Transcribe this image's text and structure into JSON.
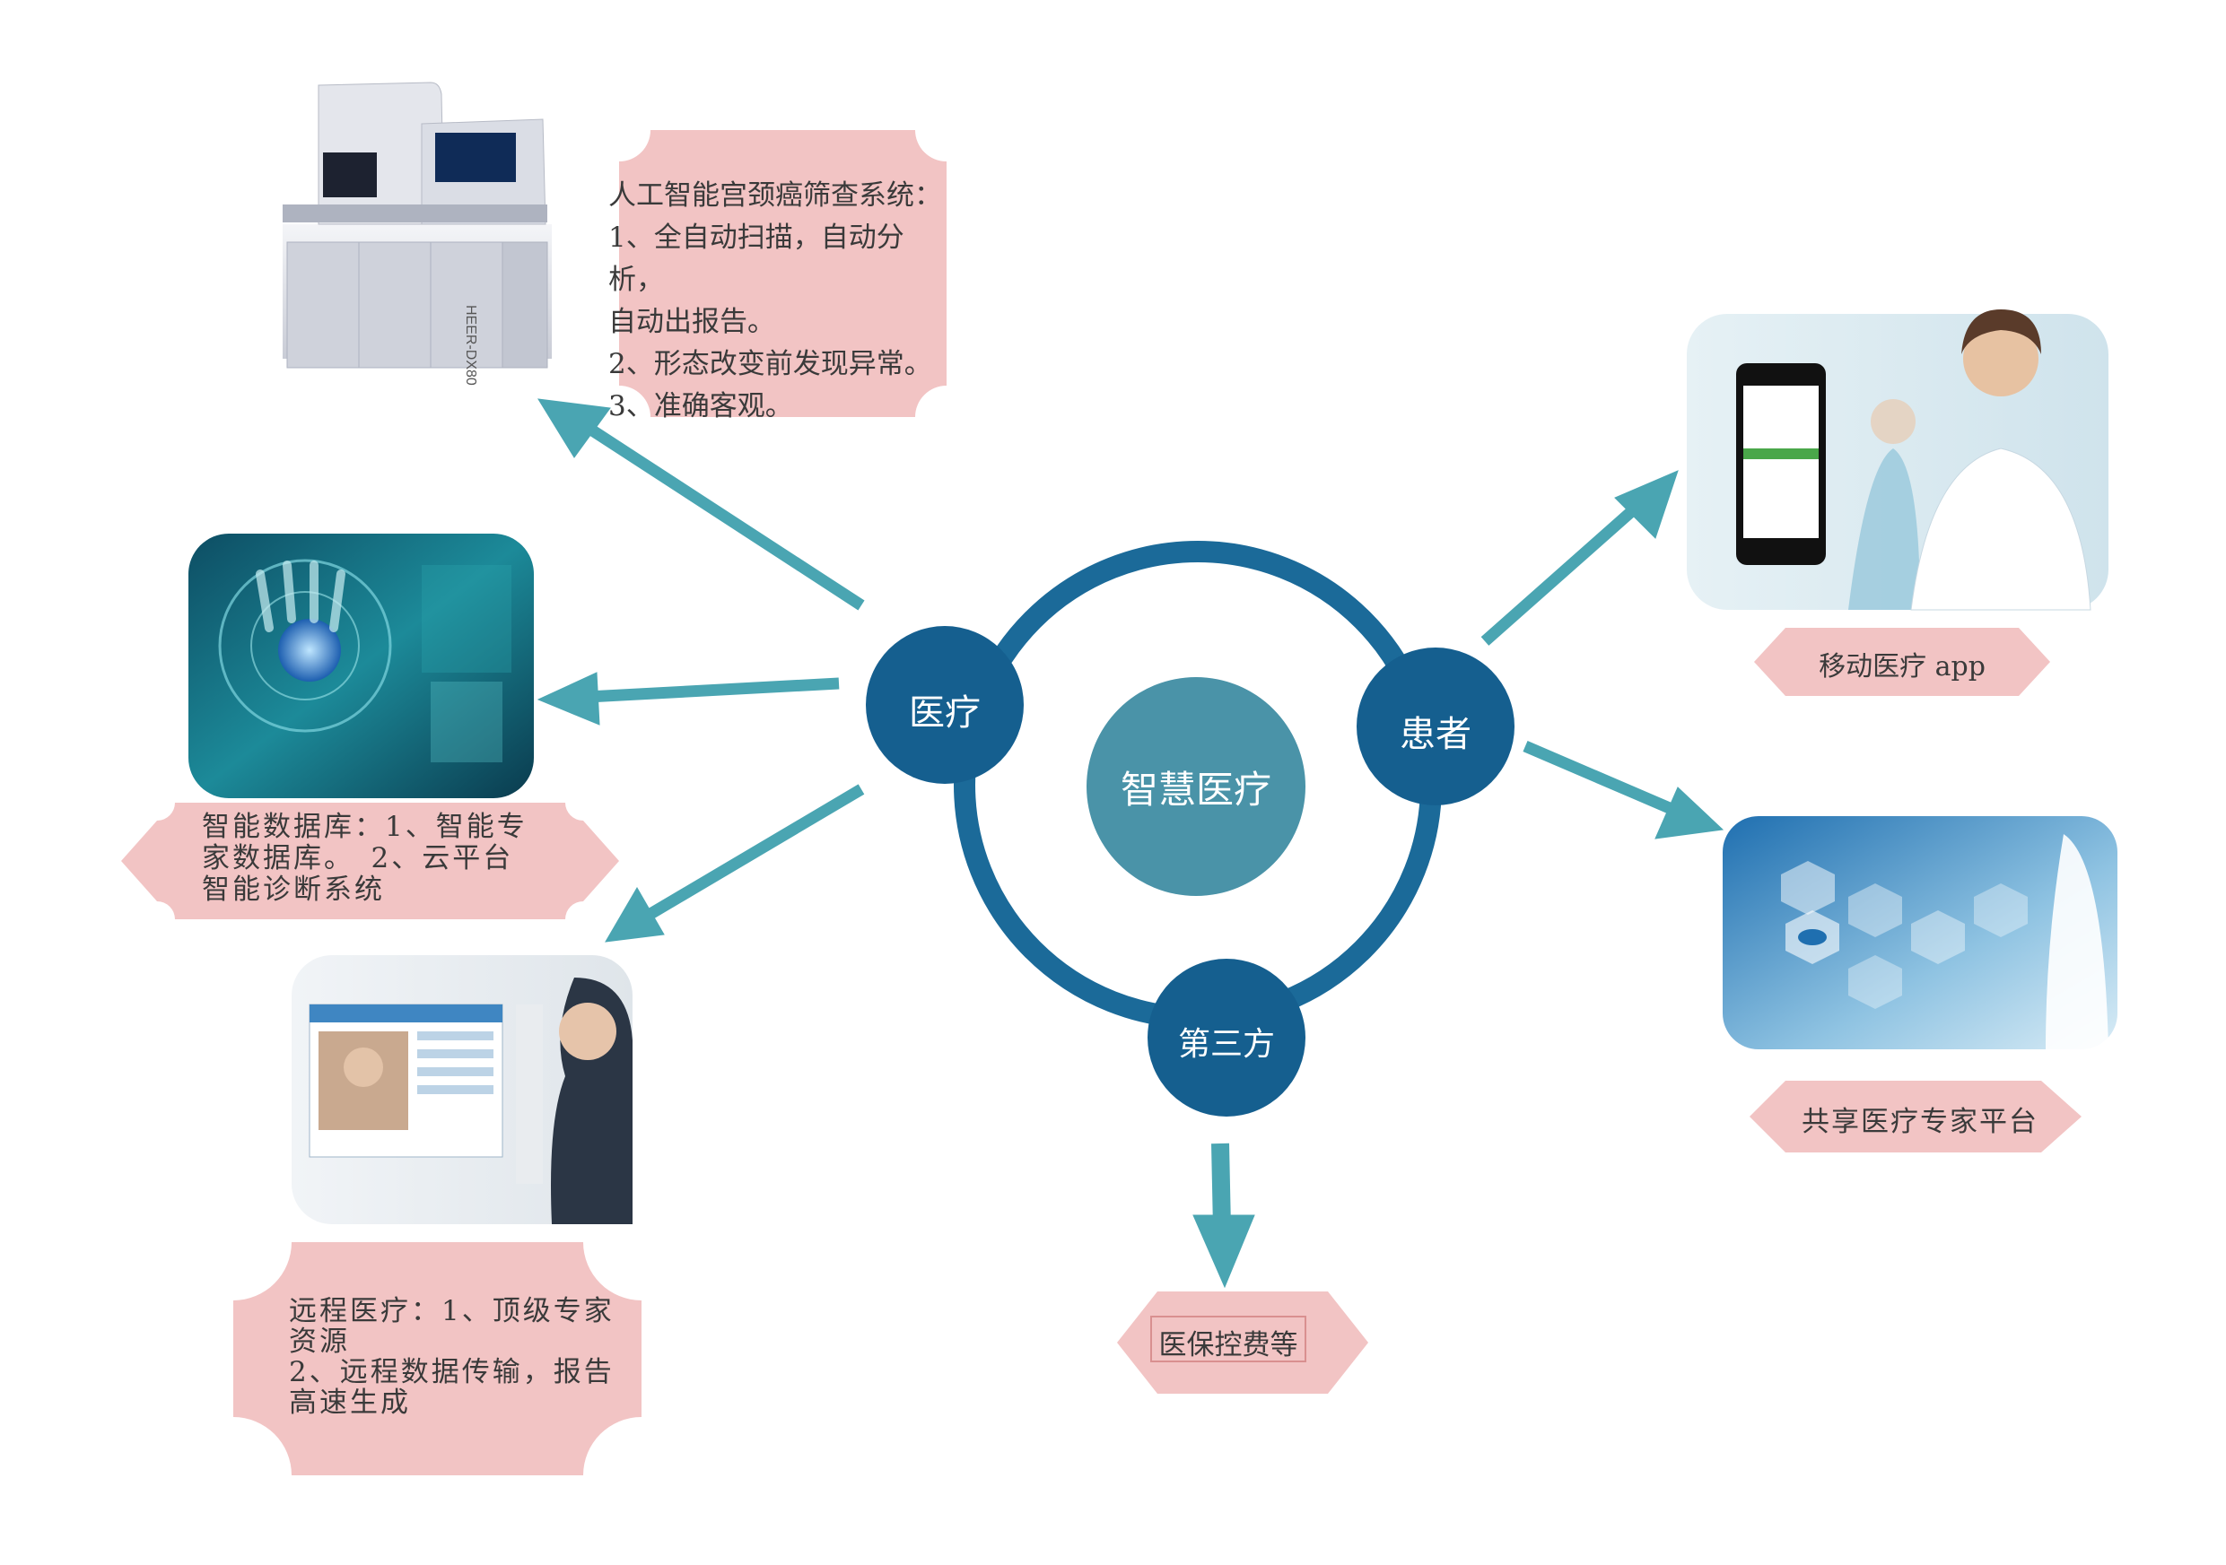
{
  "center": {
    "label": "智慧医疗"
  },
  "nodes": {
    "medical": "医疗",
    "patient": "患者",
    "third_party": "第三方"
  },
  "boxes": {
    "ai_screening": "人工智能宫颈癌筛查系统：\n1、全自动扫描，自动分析，\n自动出报告。\n2、形态改变前发现异常。\n3、准确客观。",
    "smart_database": "智能数据库：1、智能专\n家数据库。　2、云平台\n智能诊断系统",
    "telemedicine": "远程医疗：1、顶级专家\n资源\n2、远程数据传输，报告\n高速生成"
  },
  "labels": {
    "mobile_app": "移动医疗 app",
    "expert_platform": "共享医疗专家平台",
    "insurance": "医保控费等"
  },
  "images": {
    "device": "HEER-DX80"
  },
  "colors": {
    "ring": "#1b6a99",
    "node": "#155f8f",
    "center": "#4a93a8",
    "arrow": "#4aa5b2",
    "box_fill": "#f2c4c4"
  }
}
